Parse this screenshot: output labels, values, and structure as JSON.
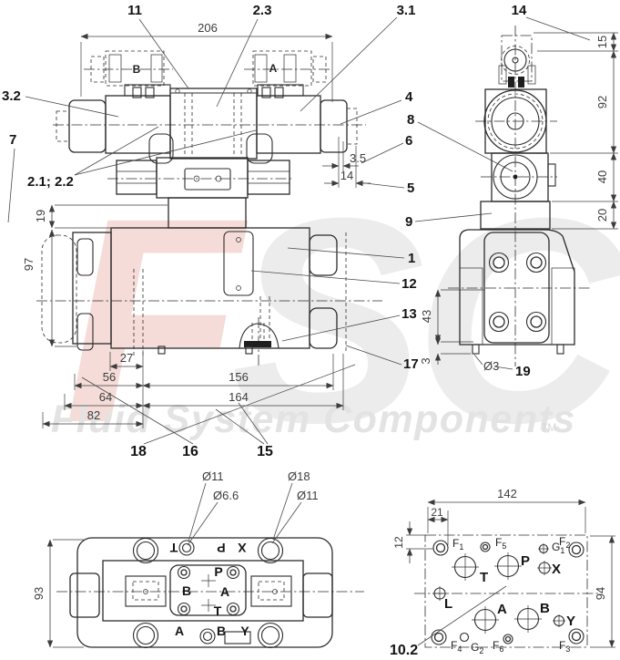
{
  "watermark": {
    "logo_f": "F",
    "logo_s": "S",
    "logo_c": "C",
    "text": "Fluid System Components",
    "tm": "TM"
  },
  "front": {
    "dim206": "206",
    "dim35": "3.5",
    "dim14": "14",
    "dim19": "19",
    "dim97": "97",
    "dim27": "27",
    "dim56": "56",
    "dim156": "156",
    "dim64": "64",
    "dim164": "164",
    "dim82": "82",
    "coil_b": "B",
    "coil_a": "A",
    "c11": "11",
    "c23": "2.3",
    "c31": "3.1",
    "c32": "3.2",
    "c7": "7",
    "c2122": "2.1; 2.2",
    "c4": "4",
    "c8": "8",
    "c6": "6",
    "c5": "5",
    "c9": "9",
    "c1": "1",
    "c12": "12",
    "c13": "13",
    "c17": "17",
    "c18": "18",
    "c16": "16",
    "c15": "15"
  },
  "side": {
    "c14": "14",
    "dim15": "15",
    "dim92": "92",
    "dim40": "40",
    "dim20": "20",
    "dim43": "43",
    "dim3": "3",
    "dia3": "Ø3",
    "c19": "19"
  },
  "bottom": {
    "dim93": "93",
    "dia11_outer": "Ø11",
    "dia66": "Ø6.6",
    "dia18": "Ø18",
    "dia11_inner": "Ø11",
    "top_t": "T",
    "top_p": "P",
    "top_x": "X",
    "mid_b": "B",
    "mid_a": "A",
    "mid_p": "P",
    "mid_t": "T",
    "bot_a": "A",
    "bot_b": "B",
    "bot_y": "Y"
  },
  "pattern": {
    "c102": "10.2",
    "dim142": "142",
    "dim21": "21",
    "dim12": "12",
    "dim94": "94",
    "ports": {
      "f1": {
        "base": "F",
        "sub": "1"
      },
      "f5": {
        "base": "F",
        "sub": "5"
      },
      "g1": {
        "base": "G",
        "sub": "1"
      },
      "f2": {
        "base": "F",
        "sub": "2"
      },
      "t": "T",
      "p": "P",
      "x": "X",
      "l": "L",
      "a": "A",
      "b": "B",
      "y": "Y",
      "f4": {
        "base": "F",
        "sub": "4"
      },
      "g2": {
        "base": "G",
        "sub": "2"
      },
      "f6": {
        "base": "F",
        "sub": "6"
      },
      "f3": {
        "base": "F",
        "sub": "3"
      }
    }
  }
}
